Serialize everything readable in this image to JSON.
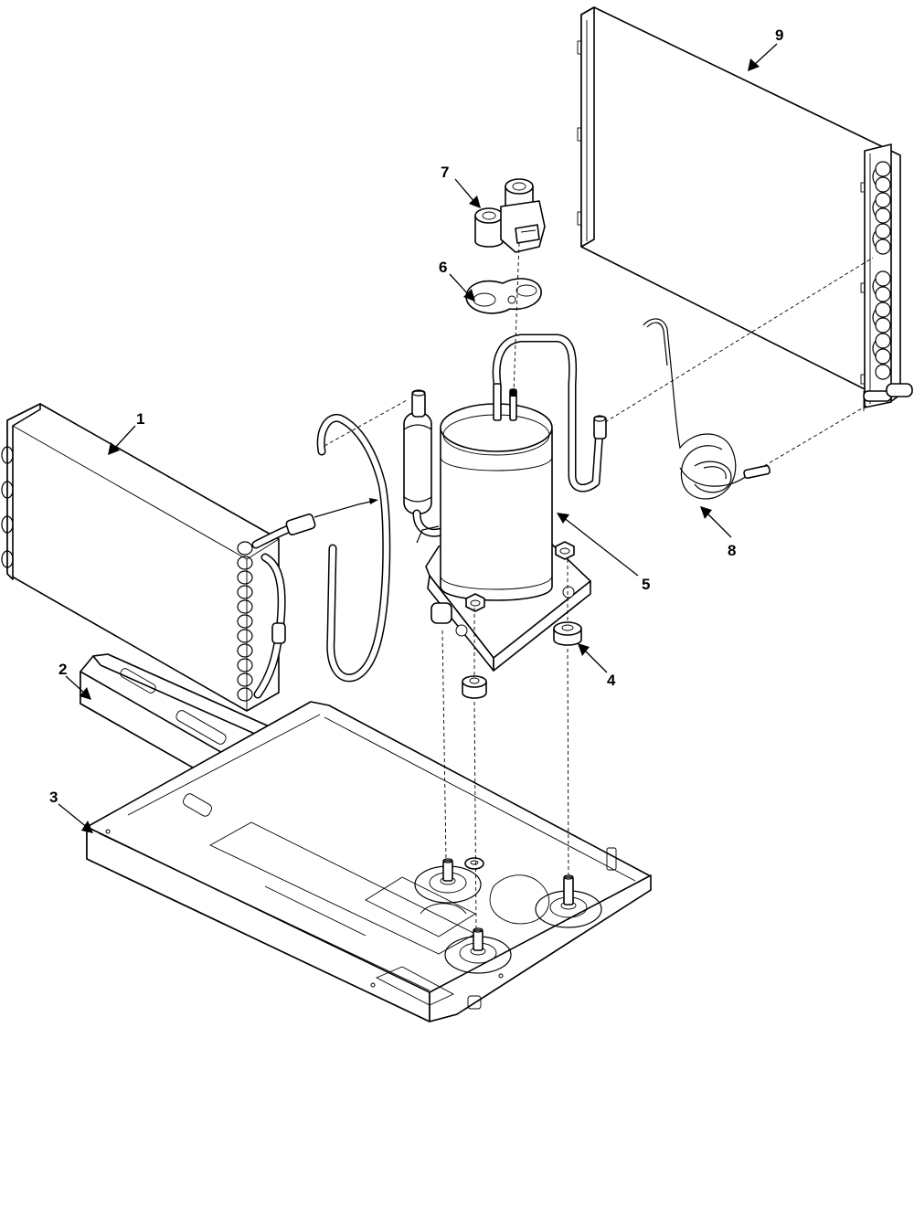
{
  "diagram": {
    "type": "exploded-parts-view",
    "callouts": [
      {
        "id": 1,
        "label": "1",
        "part": "evaporator-coil"
      },
      {
        "id": 2,
        "label": "2",
        "part": "condensate-drain-pan"
      },
      {
        "id": 3,
        "label": "3",
        "part": "base-pan"
      },
      {
        "id": 4,
        "label": "4",
        "part": "compressor-grommet"
      },
      {
        "id": 5,
        "label": "5",
        "part": "compressor"
      },
      {
        "id": 6,
        "label": "6",
        "part": "reversing-valve-gasket"
      },
      {
        "id": 7,
        "label": "7",
        "part": "reversing-valve-solenoid"
      },
      {
        "id": 8,
        "label": "8",
        "part": "capillary-tube"
      },
      {
        "id": 9,
        "label": "9",
        "part": "condenser-coil"
      }
    ]
  }
}
